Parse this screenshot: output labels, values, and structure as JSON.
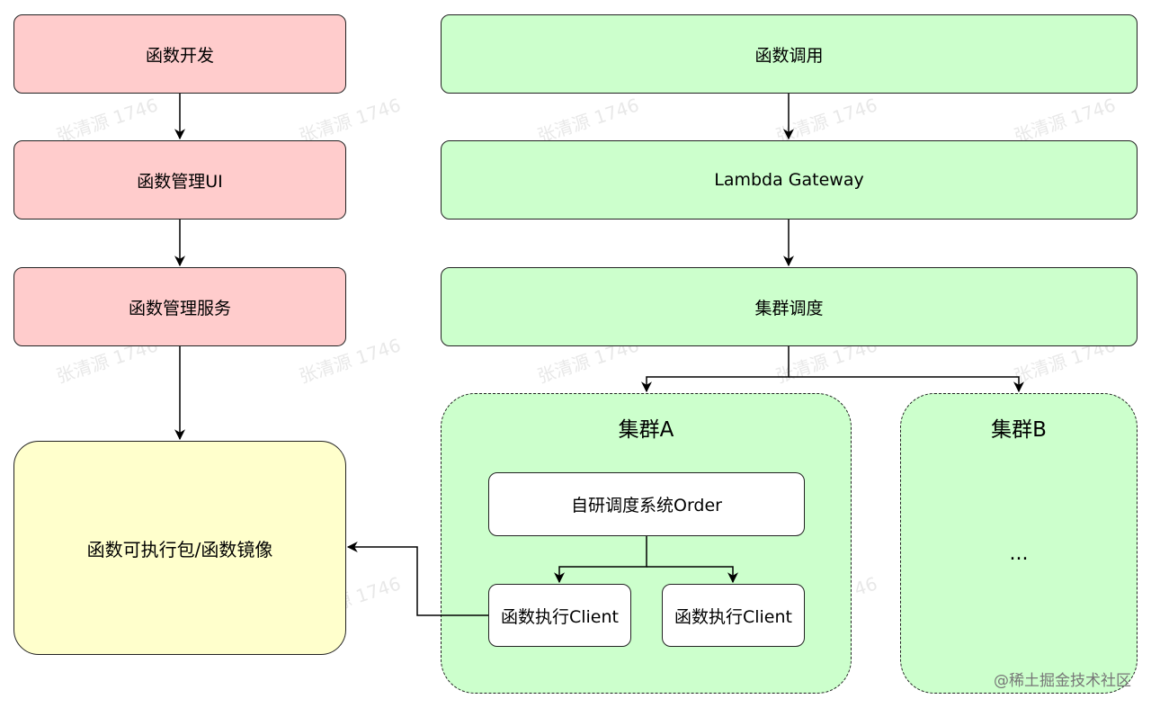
{
  "nodes": {
    "func_dev": "函数开发",
    "func_ui": "函数管理UI",
    "func_service": "函数管理服务",
    "func_package": "函数可执行包/函数镜像",
    "func_invoke": "函数调用",
    "lambda_gateway": "Lambda Gateway",
    "cluster_schedule": "集群调度",
    "order_system": "自研调度系统Order",
    "exec_client_1": "函数执行Client",
    "exec_client_2": "函数执行Client"
  },
  "clusters": {
    "a_title": "集群A",
    "b_title": "集群B",
    "b_content": "..."
  },
  "watermark": "张清源 1746",
  "credit": "@稀土掘金技术社区",
  "colors": {
    "dev_flow": "#ffcccc",
    "invoke_flow": "#ccffcc",
    "package": "#ffffcc",
    "edge": "#000000"
  }
}
